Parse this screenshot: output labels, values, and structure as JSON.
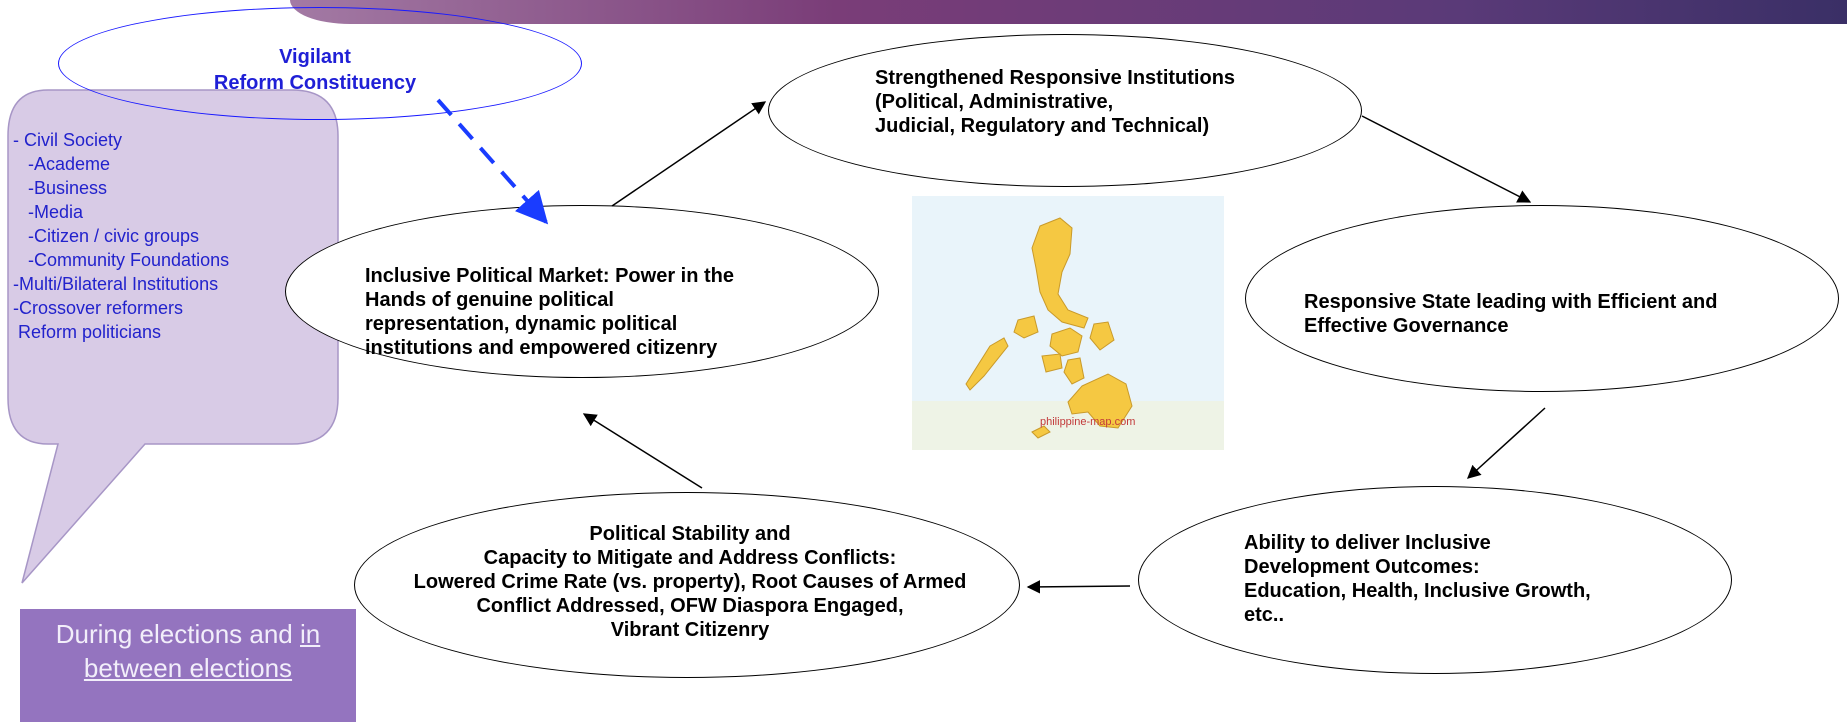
{
  "vigilant": {
    "line1": "Vigilant",
    "line2": "Reform Constituency"
  },
  "constituency_list": [
    "- Civil Society",
    "   -Academe",
    "   -Business",
    "   -Media",
    "   -Citizen / civic groups",
    "   -Community Foundations",
    "-Multi/Bilateral Institutions",
    "-Crossover reformers",
    " Reform politicians"
  ],
  "election_box": {
    "text_plain": "During elections and ",
    "text_underlined_1": "in",
    "text_underlined_2": "between elections"
  },
  "nodes": {
    "political_market": [
      "Inclusive Political Market: Power in the",
      "Hands of genuine political",
      "representation, dynamic political",
      "institutions and empowered citizenry"
    ],
    "institutions": [
      "Strengthened Responsive Institutions",
      "(Political, Administrative,",
      "Judicial, Regulatory and Technical)"
    ],
    "responsive_state": [
      "Responsive State leading with Efficient and",
      "Effective Governance"
    ],
    "development": [
      "Ability to deliver Inclusive",
      "Development Outcomes:",
      "Education, Health, Inclusive Growth,",
      "etc.."
    ],
    "stability": [
      "Political Stability and",
      "Capacity to Mitigate and Address Conflicts:",
      "Lowered Crime Rate (vs. property), Root Causes of Armed",
      "Conflict Addressed,  OFW Diaspora Engaged,",
      "Vibrant Citizenry"
    ]
  },
  "map": {
    "watermark": "philippine-map.com",
    "land_color": "#f5c842",
    "water_color": "#e9f4fa"
  },
  "colors": {
    "accent_blue": "#1a1aff",
    "callout_fill": "#d8cbe6",
    "callout_stroke": "#9f8fbf",
    "election_box_fill": "#9474bf"
  }
}
